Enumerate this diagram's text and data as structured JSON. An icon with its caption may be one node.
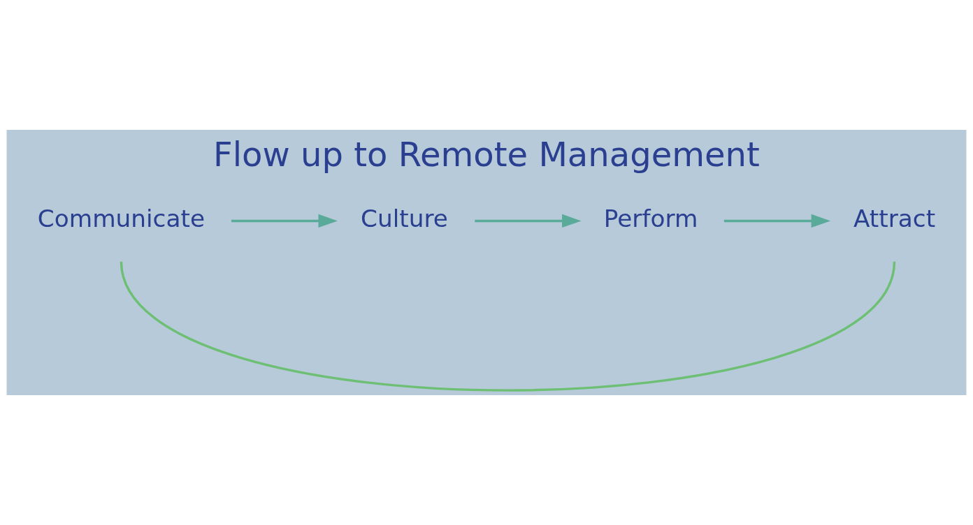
{
  "diagram": {
    "title": "Flow up to Remote Management",
    "nodes": [
      {
        "text": [
          "Communicate"
        ]
      },
      {
        "text": [
          "Culture"
        ]
      },
      {
        "text": [
          "Perform"
        ]
      },
      {
        "text": [
          "Attract"
        ]
      }
    ],
    "edges": [
      {
        "from": 0,
        "to": 1,
        "arrow": "to"
      },
      {
        "from": 1,
        "to": 2,
        "arrow": "to"
      },
      {
        "from": 2,
        "to": 3,
        "arrow": "to"
      },
      {
        "from": 0,
        "to": 3,
        "arrow": "none",
        "color": "#6dbf74"
      }
    ]
  }
}
